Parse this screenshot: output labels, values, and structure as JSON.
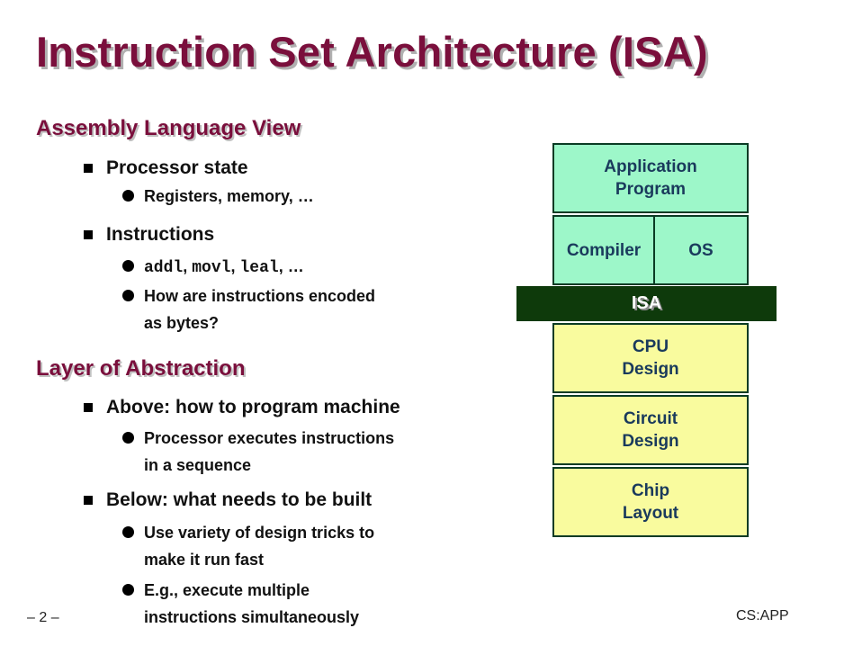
{
  "title": "Instruction Set Architecture (ISA)",
  "sections": [
    {
      "heading": "Assembly Language View",
      "items": [
        {
          "text": "Processor state",
          "subitems": [
            "Registers, memory, …"
          ]
        },
        {
          "text": "Instructions",
          "subitems": [
            {
              "code1": "addl",
              "sep1": ", ",
              "code2": "movl",
              "sep2": ", ",
              "code3": "leal",
              "tail": ", …"
            },
            "How are instructions encoded\nas bytes?"
          ]
        }
      ]
    },
    {
      "heading": "Layer of Abstraction",
      "items": [
        {
          "text": "Above: how to program machine",
          "subitems": [
            "Processor executes instructions\nin a sequence"
          ]
        },
        {
          "text": "Below: what needs to be built",
          "subitems": [
            "Use variety of design tricks to\nmake it run fast",
            "E.g., execute multiple\ninstructions simultaneously"
          ]
        }
      ]
    }
  ],
  "diagram": {
    "app": "Application\nProgram",
    "compiler": "Compiler",
    "os": "OS",
    "isa": "ISA",
    "cpu": "CPU\nDesign",
    "circuit": "Circuit\nDesign",
    "chip": "Chip\nLayout"
  },
  "footer": {
    "page": "– 2 –",
    "course": "CS:APP"
  },
  "colors": {
    "title": "#7a0f3c",
    "green_box": "#9df7c9",
    "yellow_box": "#f9fb9e",
    "isa_bar": "#0e3a0b"
  }
}
